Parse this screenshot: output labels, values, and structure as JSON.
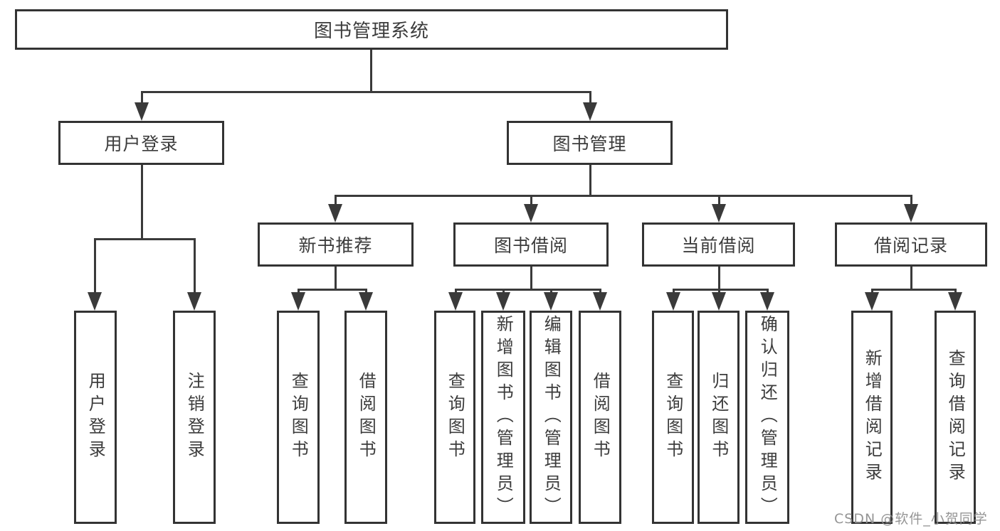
{
  "diagram_title": "图书管理系统",
  "nodes": {
    "root": {
      "label": "图书管理系统"
    },
    "level2": [
      {
        "label": "用户登录"
      },
      {
        "label": "图书管理"
      }
    ],
    "level3": [
      {
        "label": "新书推荐",
        "parent": "图书管理"
      },
      {
        "label": "图书借阅",
        "parent": "图书管理"
      },
      {
        "label": "当前借阅",
        "parent": "图书管理"
      },
      {
        "label": "借阅记录",
        "parent": "图书管理"
      }
    ],
    "leaves": [
      {
        "label": "用户登录",
        "parent": "用户登录"
      },
      {
        "label": "注销登录",
        "parent": "用户登录"
      },
      {
        "label": "查询图书",
        "parent": "新书推荐"
      },
      {
        "label": "借阅图书",
        "parent": "新书推荐"
      },
      {
        "label": "查询图书",
        "parent": "图书借阅"
      },
      {
        "label": "新增图书（管理员）",
        "parent": "图书借阅"
      },
      {
        "label": "编辑图书（管理员）",
        "parent": "图书借阅"
      },
      {
        "label": "借阅图书",
        "parent": "图书借阅"
      },
      {
        "label": "查询图书",
        "parent": "当前借阅"
      },
      {
        "label": "归还图书",
        "parent": "当前借阅"
      },
      {
        "label": "确认归还（管理员）",
        "parent": "当前借阅"
      },
      {
        "label": "新增借阅记录",
        "parent": "借阅记录"
      },
      {
        "label": "查询借阅记录",
        "parent": "借阅记录"
      }
    ]
  },
  "watermark": "CSDN @软件_小贺同学",
  "colors": {
    "border": "#333333",
    "line": "#3a3a3a",
    "text": "#3c3c3c",
    "background": "#ffffff",
    "watermark": "#8f8f8f"
  }
}
